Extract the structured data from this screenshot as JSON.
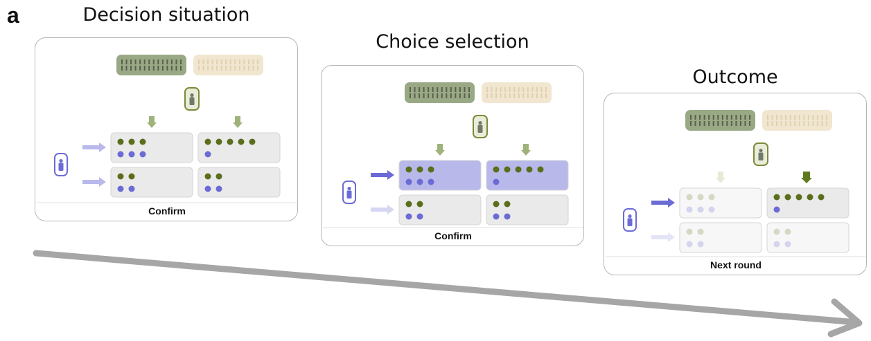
{
  "panel_label": "a",
  "stages": [
    {
      "title": "Decision situation",
      "button_label": "Confirm"
    },
    {
      "title": "Choice selection",
      "button_label": "Confirm"
    },
    {
      "title": "Outcome",
      "button_label": "Next round"
    }
  ],
  "cells": {
    "top_left": {
      "green_dots": 3,
      "blue_dots": 3
    },
    "top_right": {
      "green_dots": 5,
      "blue_dots": 1
    },
    "bottom_left": {
      "green_dots": 2,
      "blue_dots": 2
    },
    "bottom_right": {
      "green_dots": 2,
      "blue_dots": 2
    }
  },
  "colors": {
    "green_dot": "#5a6e1c",
    "blue_dot": "#6b6bd6",
    "green_card": "#9aa985",
    "beige_card": "#f1e6cf",
    "cell_bg": "#eaeaea",
    "selected_cell_bg": "#b8b8ea",
    "arrow_active": "#6b6bd6",
    "arrow_inactive": "#b9b9ec",
    "green_arrow": "#9fb27a",
    "timeline": "#a6a6a6"
  },
  "icons": {
    "column_player": "person-icon",
    "row_player": "person-icon",
    "timeline": "arrow-right-icon"
  }
}
